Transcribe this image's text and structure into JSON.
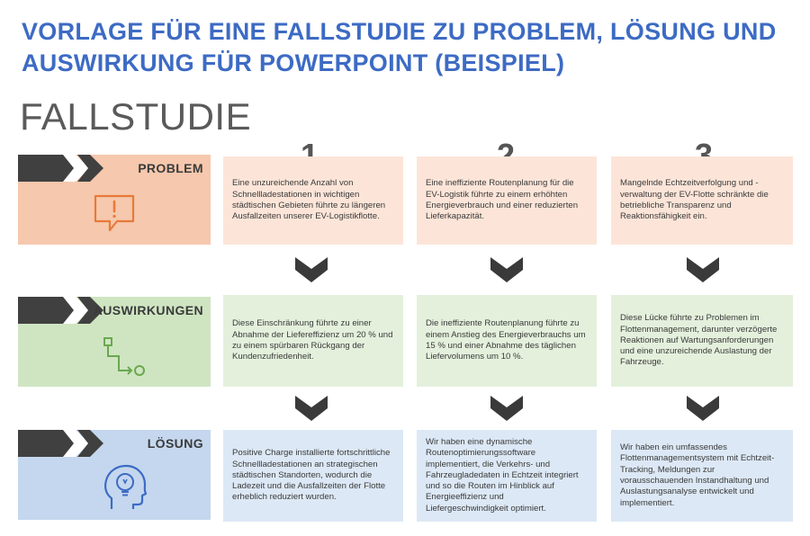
{
  "title": "Vorlage für eine Fallstudie zu Problem, Lösung und Auswirkung für PowerPoint (Beispiel)",
  "subtitle": "FALLSTUDIE",
  "colors": {
    "title_blue": "#3d6bc4",
    "problem_dark": "#f6c8ad",
    "problem_light": "#fce5d8",
    "impact_dark": "#cfe5c2",
    "impact_light": "#e4f0dc",
    "solution_dark": "#c4d7ee",
    "solution_light": "#dce8f5",
    "chevron": "#3a3a3a"
  },
  "numbers": [
    "1",
    "2",
    "3"
  ],
  "rows": {
    "problem": {
      "label": "PROBLEM",
      "icon": "alert-speech-bubble-icon",
      "cells": [
        "Eine unzureichende Anzahl von Schnellladestationen in wichtigen städtischen Gebieten führte zu längeren Ausfallzeiten unserer EV-Logistikflotte.",
        "Eine ineffiziente Routenplanung für die EV-Logistik führte zu einem erhöhten Energieverbrauch und einer reduzierten Lieferkapazität.",
        "Mangelnde Echtzeitverfolgung und -verwaltung der EV-Flotte schränkte die betriebliche Transparenz und Reaktionsfähigkeit ein."
      ]
    },
    "impact": {
      "label": "AUSWIRKUNGEN",
      "icon": "flow-path-icon",
      "cells": [
        "Diese Einschränkung führte zu einer Abnahme der Liefereffizienz um 20 % und zu einem spürbaren Rückgang der Kundenzufriedenheit.",
        "Die ineffiziente Routenplanung führte zu einem Anstieg des Energieverbrauchs um 15 % und einer Abnahme des täglichen Liefervolumens um 10 %.",
        "Diese Lücke führte zu Problemen im Flottenmanagement, darunter verzögerte Reaktionen auf Wartungsanforderungen und eine unzureichende Auslastung der Fahrzeuge."
      ]
    },
    "solution": {
      "label": "LÖSUNG",
      "icon": "head-lightbulb-icon",
      "cells": [
        "Positive Charge installierte fortschrittliche Schnellladestationen an strategischen städtischen Standorten, wodurch die Ladezeit und die Ausfallzeiten der Flotte erheblich reduziert wurden.",
        "Wir haben eine dynamische Routenoptimierungssoftware implementiert, die Verkehrs- und Fahrzeugladedaten in Echtzeit integriert und so die Routen im Hinblick auf Energieeffizienz und Liefergeschwindigkeit optimiert.",
        "Wir haben ein umfassendes Flottenmanagementsystem mit Echtzeit-Tracking, Meldungen zur vorausschauenden Instandhaltung und Auslastungsanalyse entwickelt und implementiert."
      ]
    }
  }
}
